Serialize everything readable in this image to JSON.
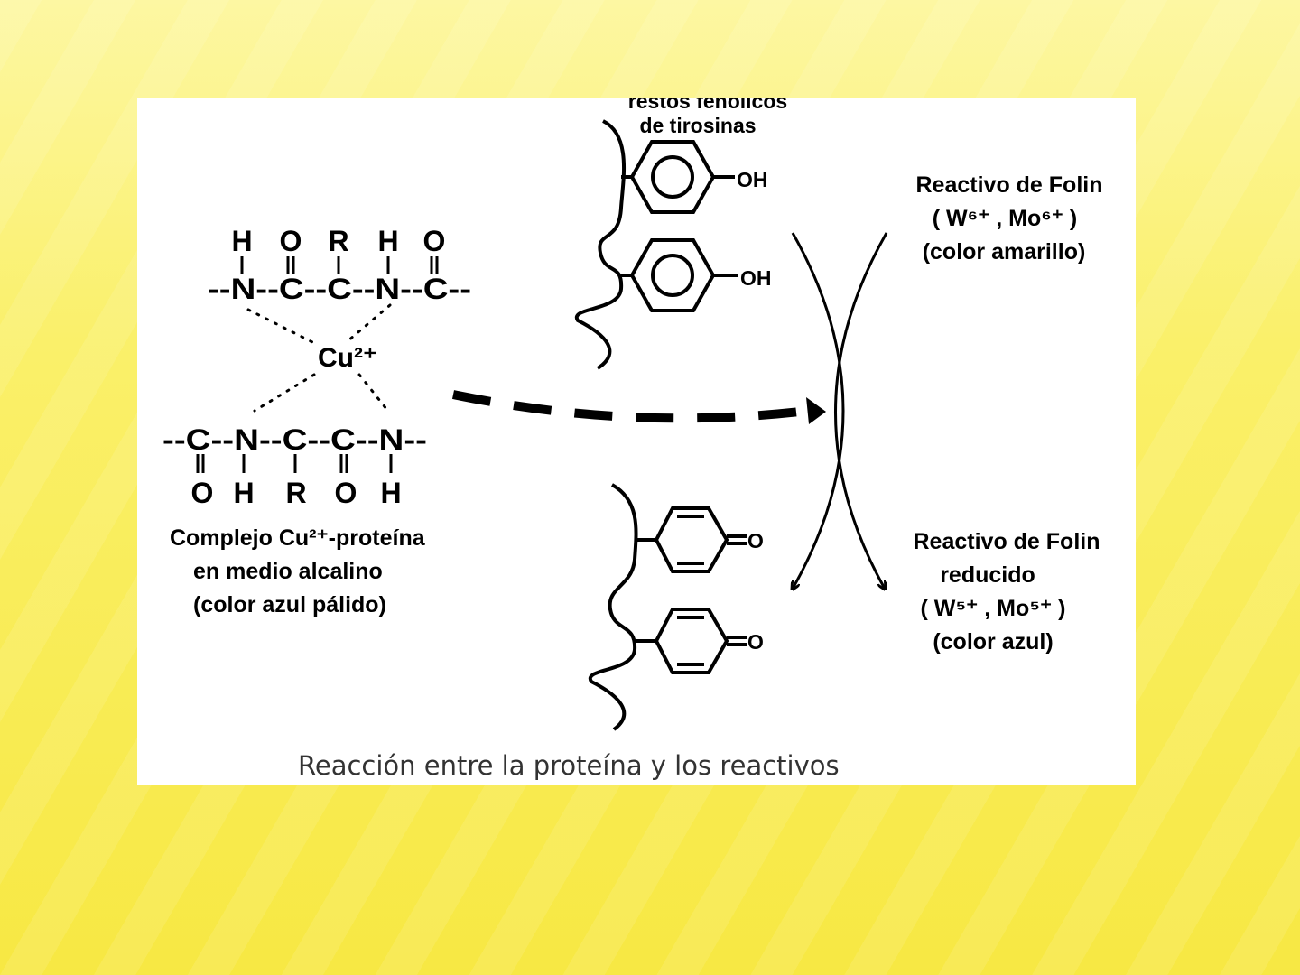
{
  "slide": {
    "caption": "Reacción entre la proteína y los reactivos",
    "background_color": "#f9ee5a",
    "panel_color": "#ffffff"
  },
  "diagram": {
    "peptide_top": {
      "substituents": [
        "H",
        "O",
        "R",
        "H",
        "O"
      ],
      "chain": "--N--C--C--N--C--"
    },
    "copper_ion": "Cu²⁺",
    "peptide_bottom": {
      "chain": "--C--N--C--C--N--",
      "substituents": [
        "O",
        "H",
        "R",
        "O",
        "H"
      ]
    },
    "complex_label": [
      "Complejo Cu²⁺-proteína",
      "en medio alcalino",
      "(color azul pálido)"
    ],
    "tyrosine_label": [
      "restos fenólicos",
      "de tirosinas"
    ],
    "phenol_group": "OH",
    "quinone_group": "O",
    "folin_oxidized": [
      "Reactivo de Folin",
      "( W⁶⁺ , Mo⁶⁺ )",
      "(color amarillo)"
    ],
    "folin_reduced": [
      "Reactivo de Folin",
      "reducido",
      "( W⁵⁺ , Mo⁵⁺ )",
      "(color azul)"
    ]
  }
}
